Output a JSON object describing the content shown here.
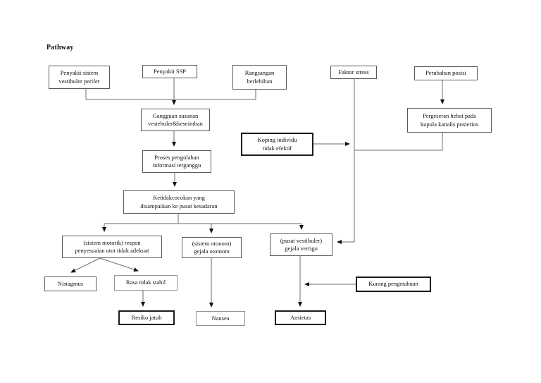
{
  "page": {
    "title": "Pathway"
  },
  "nodes": {
    "penyakit_sistem_vestibuler_perifer": "Penyakit sistem\nvestibuler perifer",
    "penyakit_ssp": "Penyakit SSP",
    "rangsangan_berlebihan": "Rangsangan\nberlebihan",
    "faktor_stress": "Faktor stress",
    "perubahan_posisi": "Perubahan posisi",
    "gangguan_susunan": "Gangguan susunan\nvestebuler&keseimban",
    "pergeseran_hebat": "Pergeseran hebat pada\nkupula kanalis posterios",
    "koping_individu": "Koping individu\ntidak efektif",
    "proses_pengolahan": "Proses pengolahan\ninformasi terganggu",
    "ketidakcocokan": "Ketidakcocokan yang\ndisampaikan ke pusat kesadaran",
    "sistem_motorik": "(sistem motorik) respon\npenyesuaian otot tidak adekuat",
    "sistem_otonom": "(sistem otonom)\ngejala ototnom",
    "pusat_vestibuler": "(pusat vestibuler)\ngejala vertigo",
    "nistagmus": "Nistagmus",
    "rasa_tidak_stabil": "Rasa tidak stabil",
    "kurang_pengetahuan": "Kurang pengetahuan",
    "resiko_jatuh": "Resiko jatuh",
    "nausea": "Nausea",
    "ansietas": "Ansietas"
  },
  "colors": {
    "background": "#ffffff",
    "line": "#6b6b6b",
    "arrowhead": "#111111",
    "border_thin": "#5a5a5a",
    "border_thick": "#1c1c1c",
    "text": "#111111"
  }
}
